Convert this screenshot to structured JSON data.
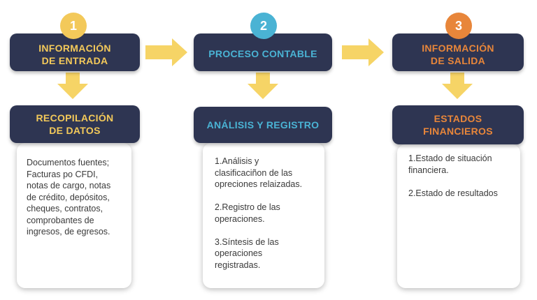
{
  "colors": {
    "navy": "#2e3552",
    "yellow": "#f3c95a",
    "arrow": "#f6d466",
    "blue": "#4ab3d4",
    "orange": "#e8863a"
  },
  "steps": [
    {
      "number": "1",
      "title": "INFORMACIÓN\nDE ENTRADA",
      "subtitle": "RECOPILACIÓN\nDE DATOS",
      "body": "Documentos fuentes;\nFacturas po CFDI,\nnotas de cargo, notas\nde crédito, depósitos,\ncheques, contratos,\ncomprobantes de\ningresos, de egresos."
    },
    {
      "number": "2",
      "title": "PROCESO CONTABLE",
      "subtitle": "ANÁLISIS Y REGISTRO",
      "body": "1.Análisis y\nclasificaciñon de las\nopreciones relaizadas.\n\n2.Registro de las\noperaciones.\n\n3.Síntesis de las\noperaciones\nregistradas."
    },
    {
      "number": "3",
      "title": "INFORMACIÓN\nDE SALIDA",
      "subtitle": "ESTADOS\nFINANCIEROS",
      "body": "1.Estado de situación\nfinanciera.\n\n2.Estado de resultados"
    }
  ]
}
